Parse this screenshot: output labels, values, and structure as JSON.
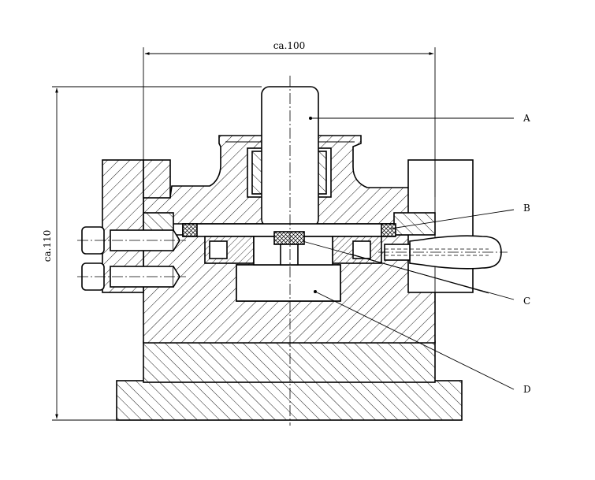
{
  "dimensions": {
    "width_label": "ca.100",
    "height_label": "ca.110"
  },
  "labels": [
    "A",
    "B",
    "C",
    "D"
  ],
  "colors": {
    "ink": "#000000",
    "paper": "#ffffff"
  }
}
